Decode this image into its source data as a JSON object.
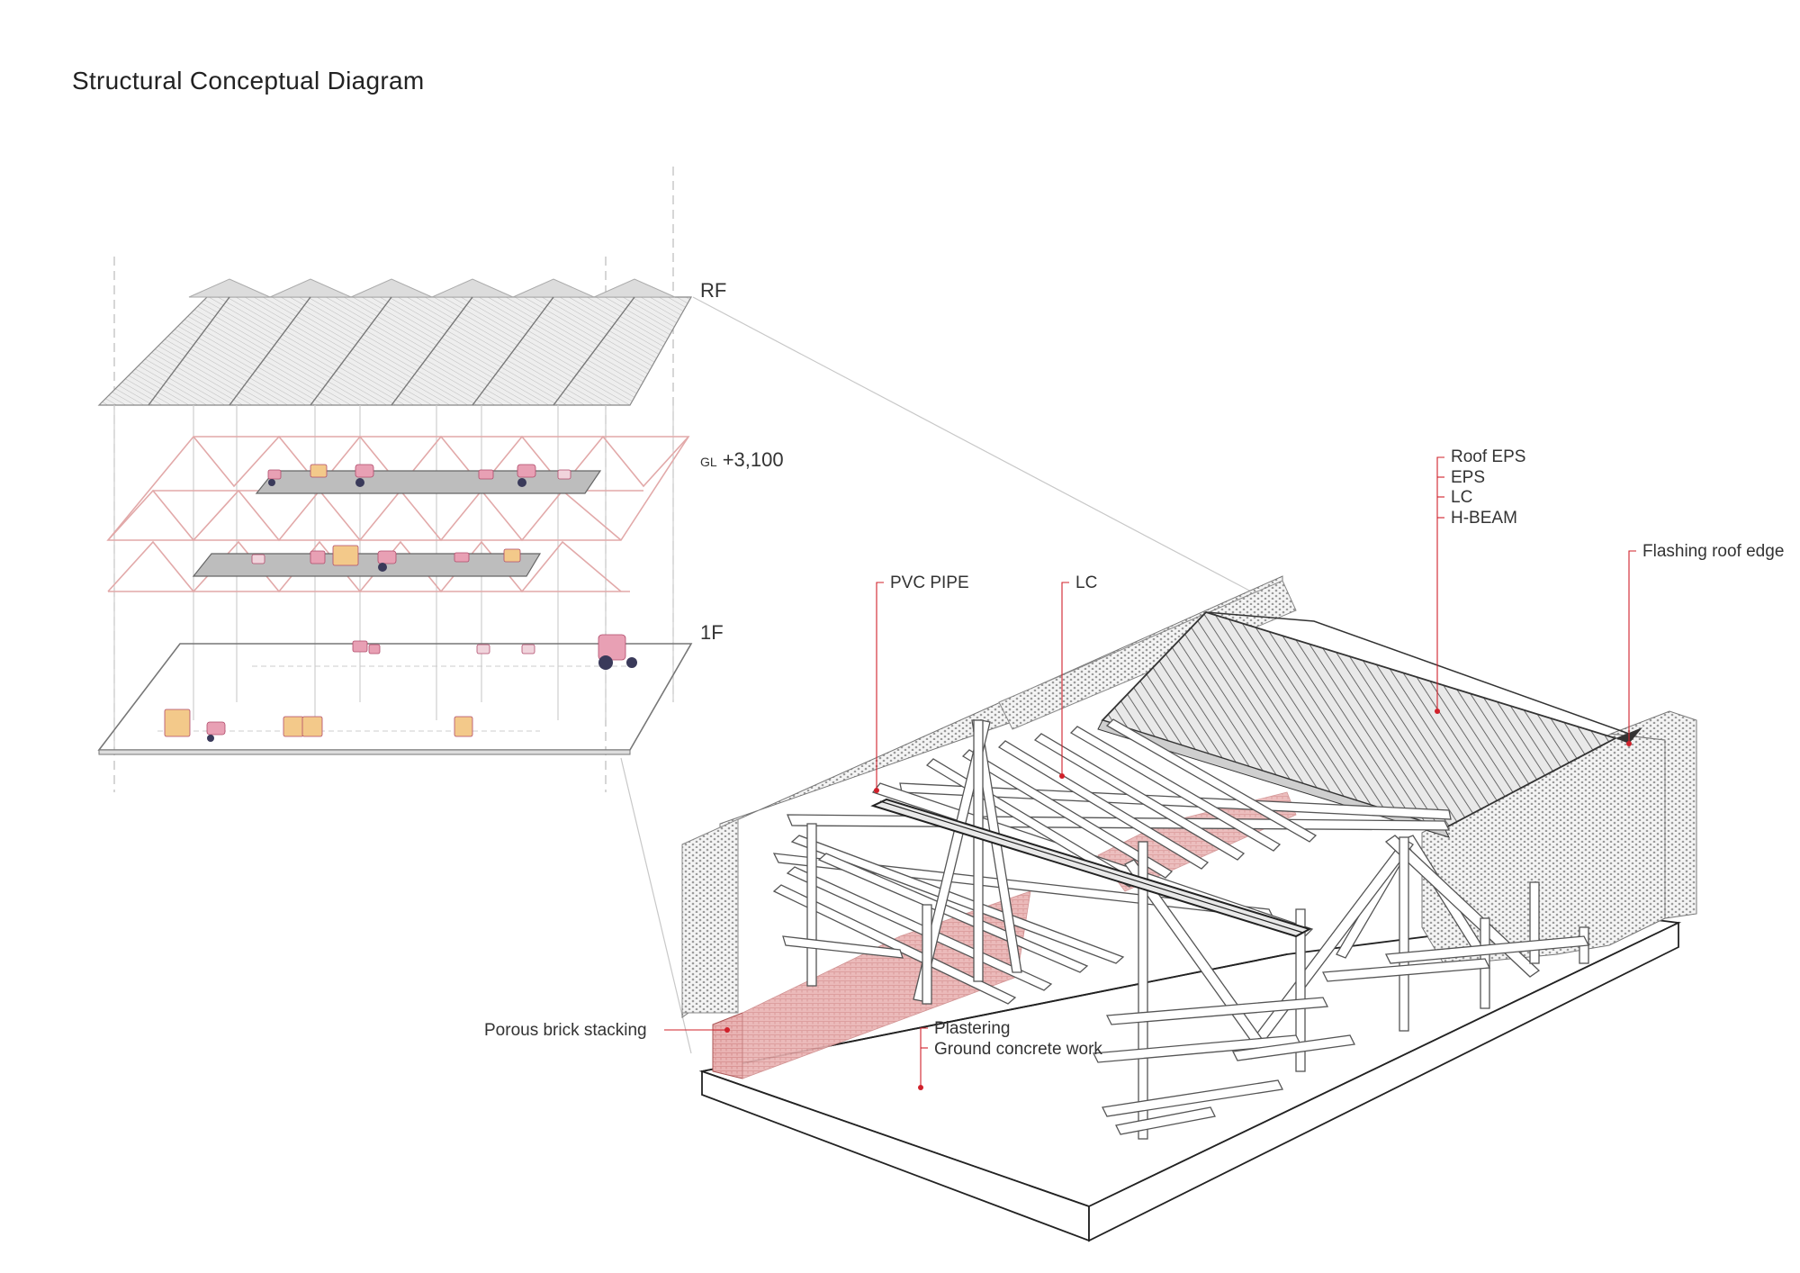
{
  "title": "Structural Conceptual Diagram",
  "levels": {
    "rf": "RF",
    "gl_prefix": "GL",
    "gl_value": "+3,100",
    "f1": "1F"
  },
  "labels": {
    "roof_eps": "Roof EPS",
    "eps": "EPS",
    "lc_stack": "LC",
    "h_beam": "H-BEAM",
    "flashing": "Flashing roof edge",
    "pvc_pipe": "PVC PIPE",
    "lc": "LC",
    "porous_brick": "Porous brick stacking",
    "plastering": "Plastering",
    "ground_concrete": "Ground concrete work"
  },
  "colors": {
    "leader": "#d0202a",
    "line": "#555555",
    "light_line": "#bbbbbb",
    "pink_frame": "#e2a9a9",
    "brick": "#d9a0a0",
    "roof_fill": "#d8d8d8"
  }
}
